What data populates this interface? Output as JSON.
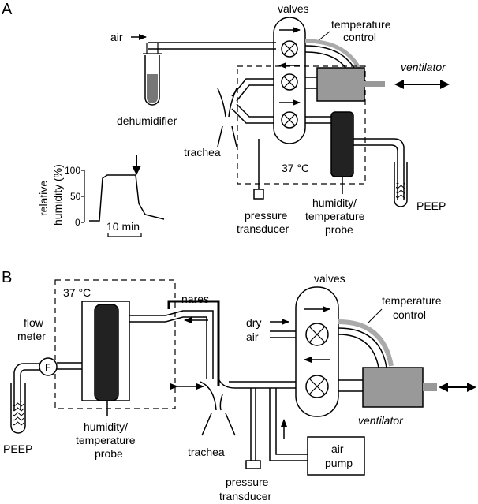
{
  "panel_a": {
    "letter": "A",
    "air": "air",
    "valves": "valves",
    "temperature_control": [
      "temperature",
      "control"
    ],
    "ventilator": "ventilator",
    "dehumidifier": "dehumidifier",
    "trachea": "trachea",
    "temp": "37 °C",
    "peep": "PEEP",
    "pressure_transducer": [
      "pressure",
      "transducer"
    ],
    "humidity_probe": [
      "humidity/",
      "temperature",
      "probe"
    ],
    "inset": {
      "ylabel": [
        "relative",
        "humidity (%)"
      ],
      "ticks": [
        "100",
        "50",
        "0"
      ],
      "scale": "10 min"
    }
  },
  "panel_b": {
    "letter": "B",
    "temp": "37 °C",
    "nares": "nares",
    "valves": "valves",
    "temperature_control": [
      "temperature",
      "control"
    ],
    "flow_meter": [
      "flow",
      "meter"
    ],
    "flow_symbol": "F",
    "dry_air": [
      "dry",
      "air"
    ],
    "ventilator": "ventilator",
    "peep": "PEEP",
    "humidity_probe": [
      "humidity/",
      "temperature",
      "probe"
    ],
    "trachea": "trachea",
    "air_pump": [
      "air",
      "pump"
    ],
    "pressure_transducer": [
      "pressure",
      "transducer"
    ]
  }
}
